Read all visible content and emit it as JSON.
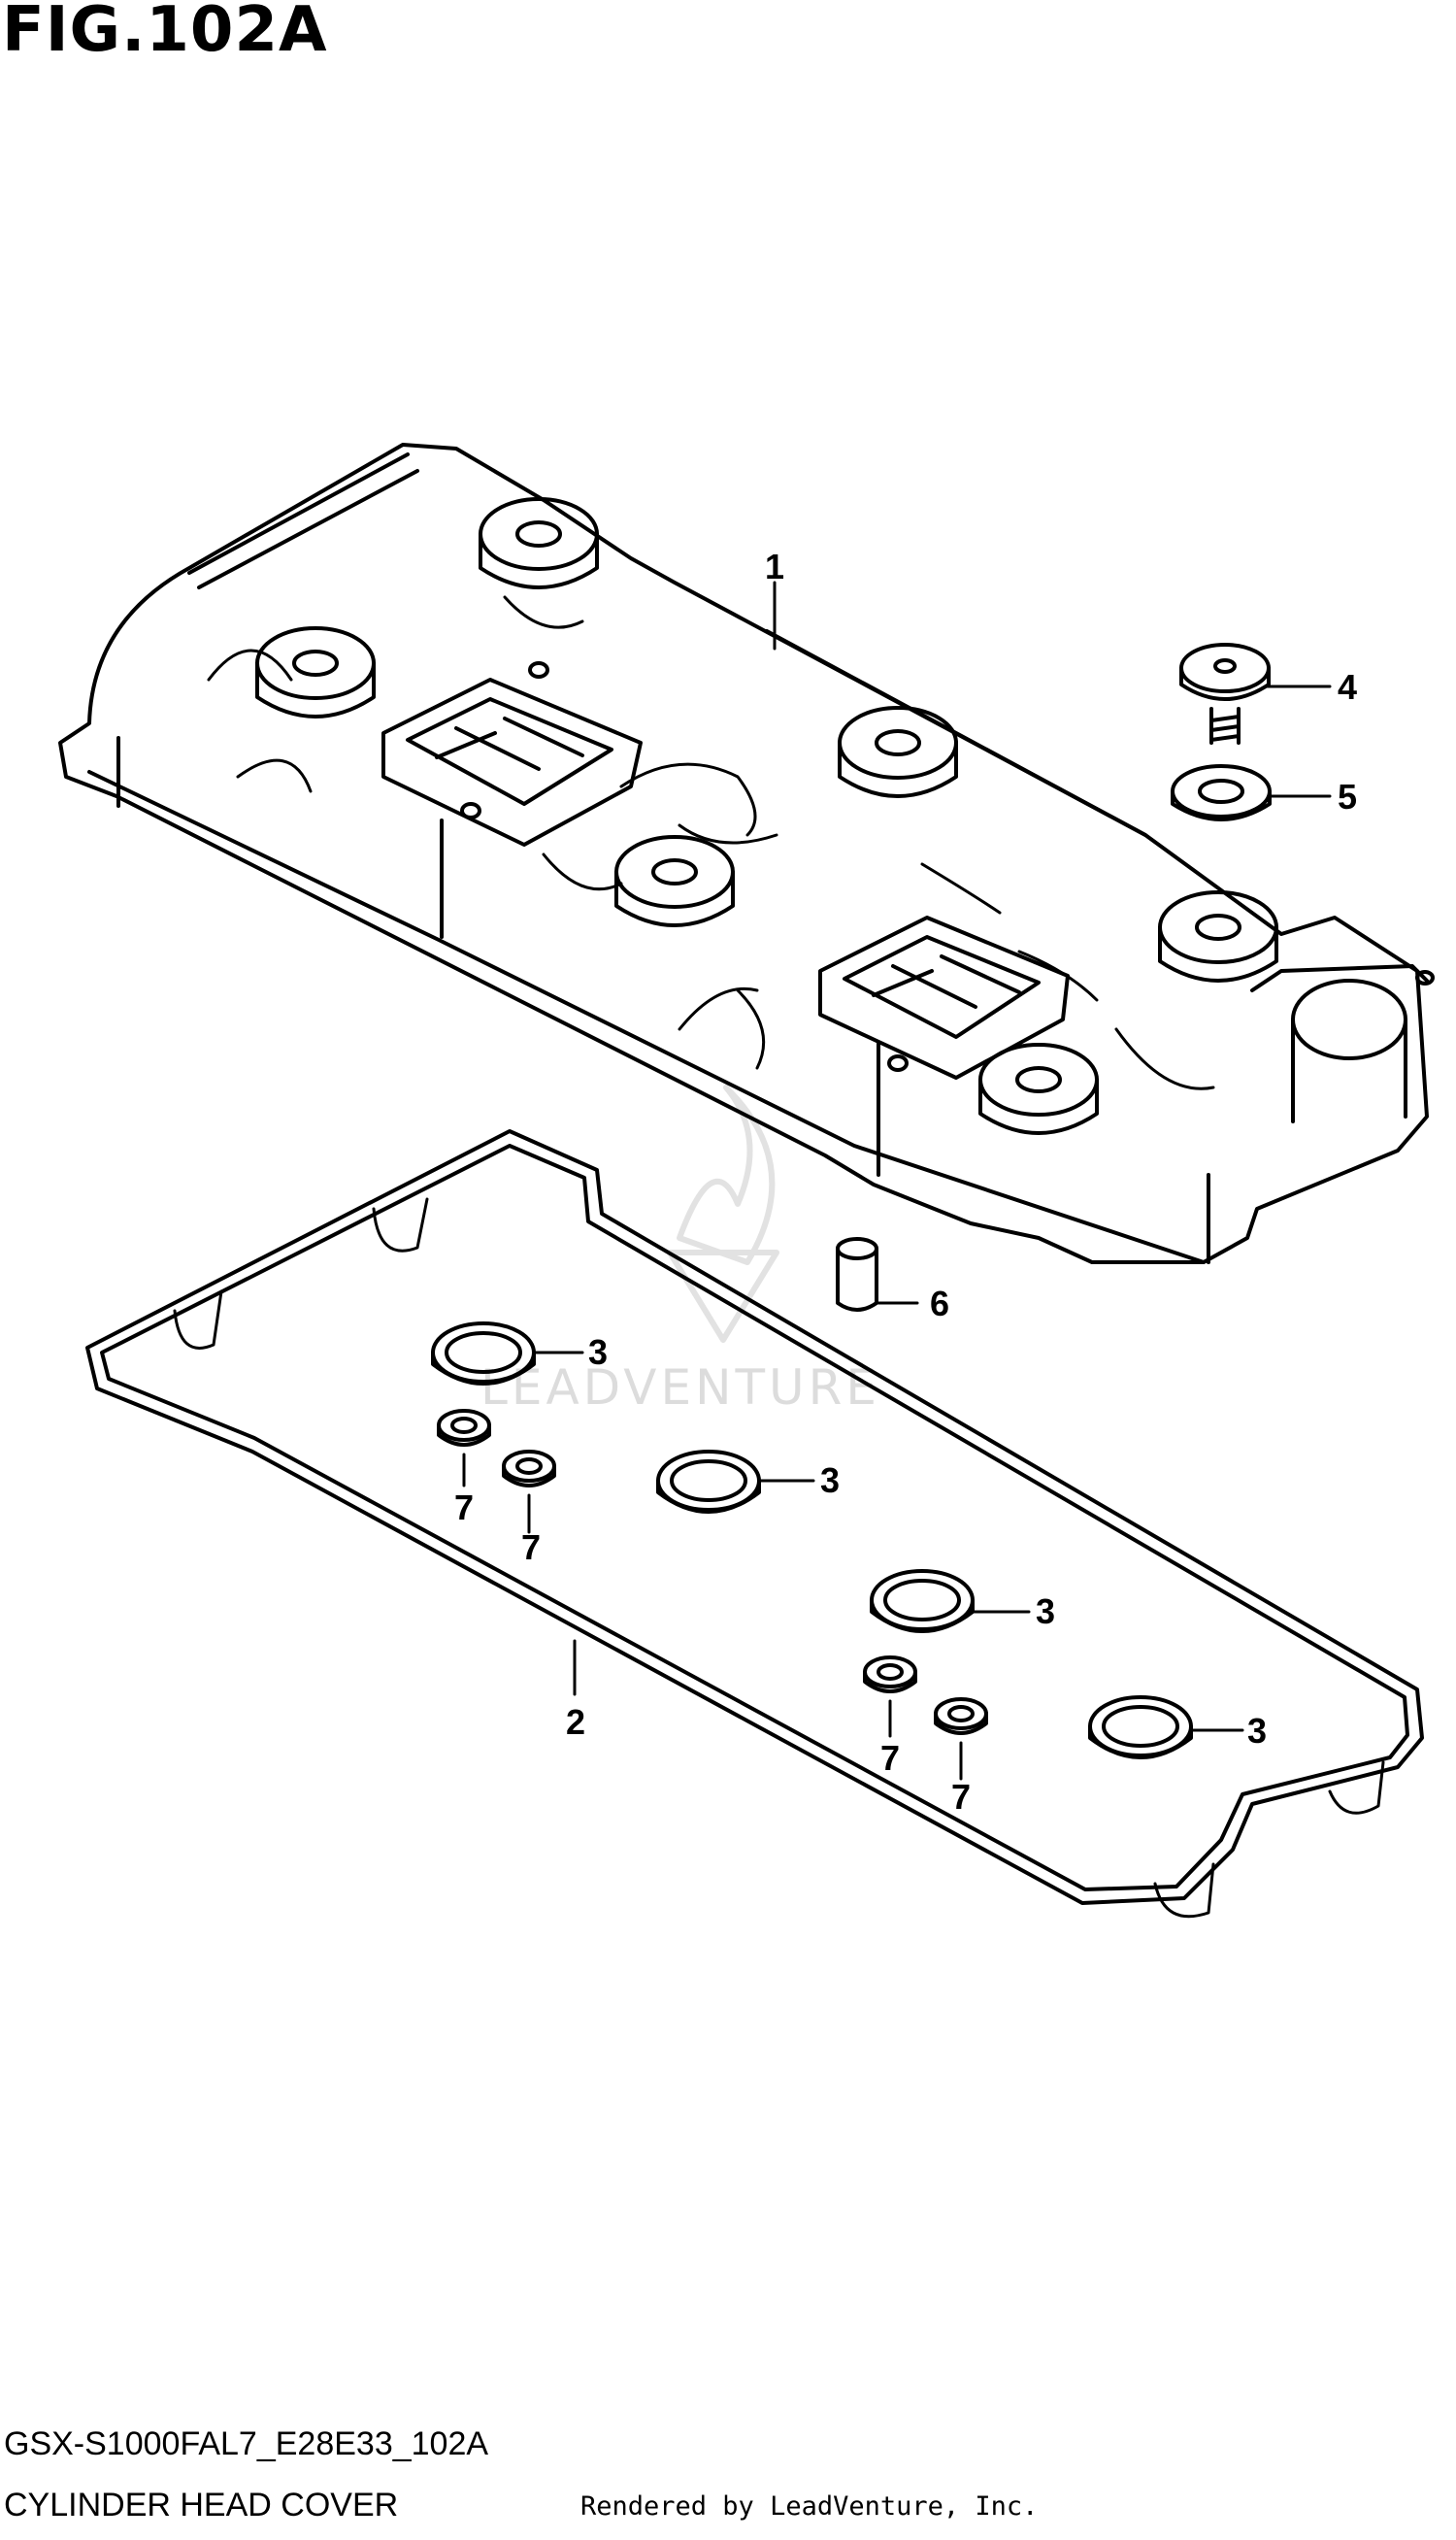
{
  "figure_title": "FIG.102A",
  "watermark_text": "LEADVENTURE",
  "footer": {
    "code": "GSX-S1000FAL7_E28E33_102A",
    "name": "CYLINDER HEAD COVER",
    "credit": "Rendered by LeadVenture, Inc."
  },
  "callouts": [
    {
      "id": "callout-1",
      "label": "1"
    },
    {
      "id": "callout-2",
      "label": "2"
    },
    {
      "id": "callout-3a",
      "label": "3"
    },
    {
      "id": "callout-3b",
      "label": "3"
    },
    {
      "id": "callout-3c",
      "label": "3"
    },
    {
      "id": "callout-3d",
      "label": "3"
    },
    {
      "id": "callout-4",
      "label": "4"
    },
    {
      "id": "callout-5",
      "label": "5"
    },
    {
      "id": "callout-6",
      "label": "6"
    },
    {
      "id": "callout-7a",
      "label": "7"
    },
    {
      "id": "callout-7b",
      "label": "7"
    },
    {
      "id": "callout-7c",
      "label": "7"
    },
    {
      "id": "callout-7d",
      "label": "7"
    }
  ]
}
